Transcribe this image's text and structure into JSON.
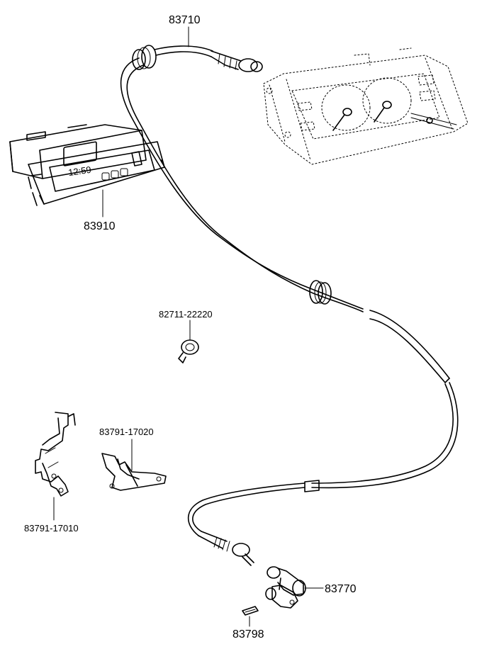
{
  "parts": {
    "cable": "83710",
    "clock": "83910",
    "clamp": "82711-22220",
    "bracket_a": "83791-17020",
    "bracket_b": "83791-17010",
    "driven_gear": "83770",
    "pin": "83798"
  },
  "clock_display": "12:59"
}
